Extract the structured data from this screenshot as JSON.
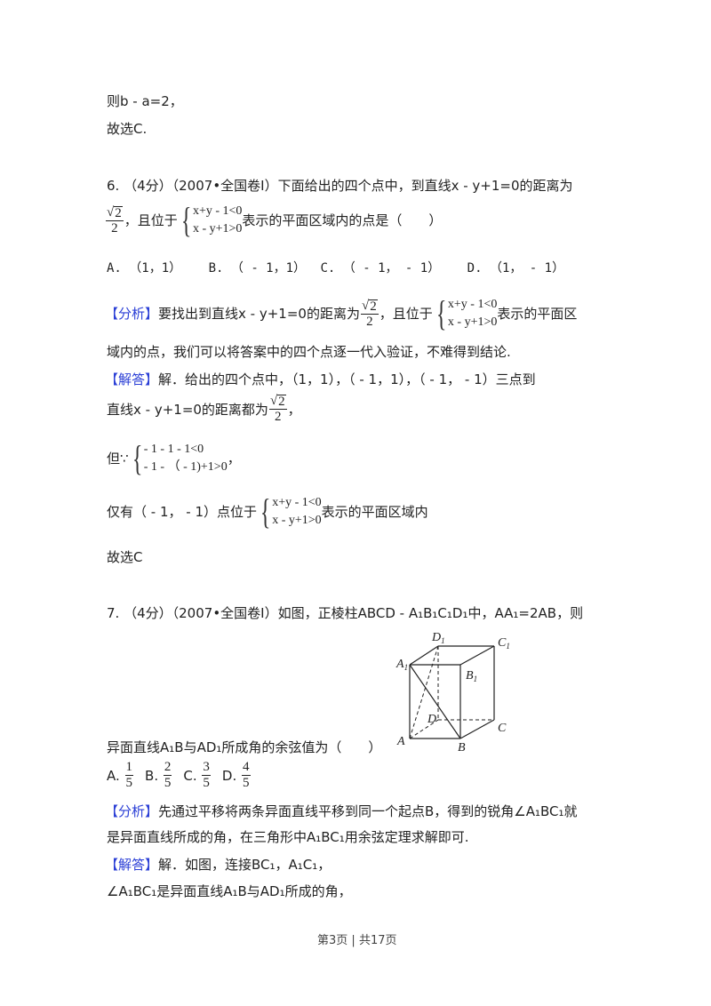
{
  "prev_solution": {
    "line1": "则b - a=2，",
    "line2": "故选C."
  },
  "q6": {
    "number": "6.",
    "score": "（4分）",
    "source": "（2007•全国卷Ⅰ）",
    "stem_part1": "下面给出的四个点中，到直线x - y+1=0的距离为",
    "frac_num": "2",
    "frac_den": "2",
    "stem_part2": "，且位于",
    "system_row1": "x+y - 1<0",
    "system_row2": "x - y+1>0",
    "stem_part3": "表示的平面区域内的点是（　　）",
    "options": [
      {
        "label": "A.",
        "value": "（1，1）"
      },
      {
        "label": "B.",
        "value": "（ - 1，1）"
      },
      {
        "label": "C.",
        "value": "（ - 1， - 1）"
      },
      {
        "label": "D.",
        "value": "（1， - 1）"
      }
    ],
    "analysis_tag": "【分析】",
    "analysis_part1": "要找出到直线x - y+1=0的距离为",
    "analysis_part2": "，且位于",
    "analysis_part3": "表示的平面区",
    "analysis_line2": "域内的点，我们可以将答案中的四个点逐一代入验证，不难得到结论.",
    "answer_tag": "【解答】",
    "answer_line1": "解．给出的四个点中，（1，1），（ - 1，1），（ - 1， - 1）三点到",
    "answer_line2": "直线x - y+1=0的距离都为",
    "answer_line2_end": "，",
    "but_prefix": "但∵",
    "but_row1": "- 1 - 1 - 1<0",
    "but_row2": "- 1 - （ - 1)+1>0",
    "but_suffix": "，",
    "only_prefix": "仅有（ - 1， - 1）点位于",
    "only_suffix": "表示的平面区域内",
    "conclusion": "故选C"
  },
  "q7": {
    "number": "7.",
    "score": "（4分）",
    "source": "（2007•全国卷Ⅰ）",
    "stem_line1": "如图，正棱柱ABCD - A₁B₁C₁D₁中，AA₁=2AB，则",
    "stem_line2": "异面直线A₁B与AD₁所成角的余弦值为（　　）",
    "figure_labels": {
      "A": "A",
      "B": "B",
      "C": "C",
      "D": "D",
      "A1": "A",
      "B1": "B",
      "C1": "C",
      "D1": "D",
      "sub": "1"
    },
    "options": [
      {
        "label": "A.",
        "num": "1",
        "den": "5"
      },
      {
        "label": "B.",
        "num": "2",
        "den": "5"
      },
      {
        "label": "C.",
        "num": "3",
        "den": "5"
      },
      {
        "label": "D.",
        "num": "4",
        "den": "5"
      }
    ],
    "analysis_tag": "【分析】",
    "analysis_line1": "先通过平移将两条异面直线平移到同一个起点B，得到的锐角∠A₁BC₁就",
    "analysis_line2": "是异面直线所成的角，在三角形中A₁BC₁用余弦定理求解即可.",
    "answer_tag": "【解答】",
    "answer_line1": "解．如图，连接BC₁，A₁C₁，",
    "answer_line2": "∠A₁BC₁是异面直线A₁B与AD₁所成的角，"
  },
  "footer": {
    "page_current": "第3页",
    "separator": "|",
    "page_total": "共17页"
  }
}
